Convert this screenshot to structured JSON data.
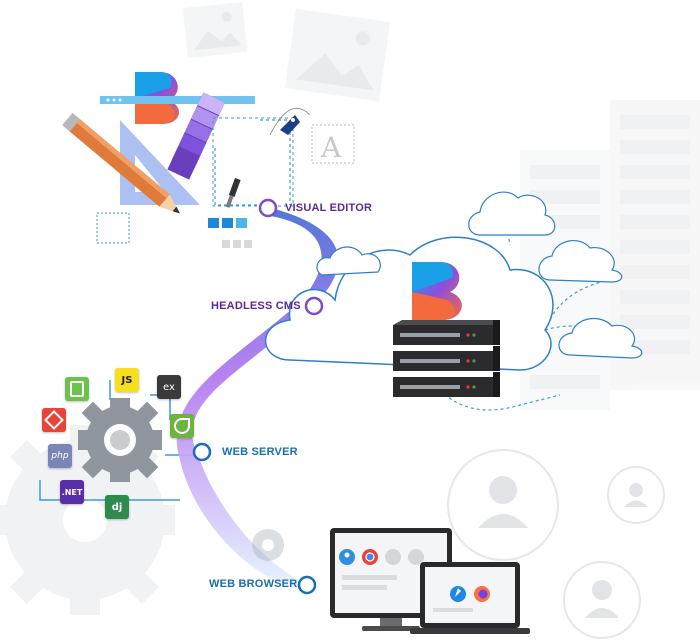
{
  "stages": [
    {
      "label": "VISUAL EDITOR"
    },
    {
      "label": "HEADLESS CMS"
    },
    {
      "label": "WEB SERVER"
    },
    {
      "label": "WEB BROWSER"
    }
  ],
  "tech_badges": [
    {
      "icon": "nodejs-icon",
      "text": "",
      "color": "#6cc24a"
    },
    {
      "icon": "javascript-icon",
      "text": "JS",
      "color": "#f7df1e"
    },
    {
      "icon": "express-icon",
      "text": "ex",
      "color": "#3a3a3a"
    },
    {
      "icon": "laravel-icon",
      "text": "",
      "color": "#e8443a"
    },
    {
      "icon": "spring-icon",
      "text": "",
      "color": "#6db33f"
    },
    {
      "icon": "php-icon",
      "text": "php",
      "color": "#7a86b8"
    },
    {
      "icon": "dotnet-icon",
      "text": ".NET",
      "color": "#5a2ea6"
    },
    {
      "icon": "django-icon",
      "text": "dj",
      "color": "#2f8a4e"
    }
  ],
  "colors": {
    "purple": "#5b2a9a",
    "blue": "#1c6db3",
    "brand_blue": "#1aa0e6",
    "brand_orange": "#f36a3f",
    "brand_purple": "#8a4fe0"
  }
}
